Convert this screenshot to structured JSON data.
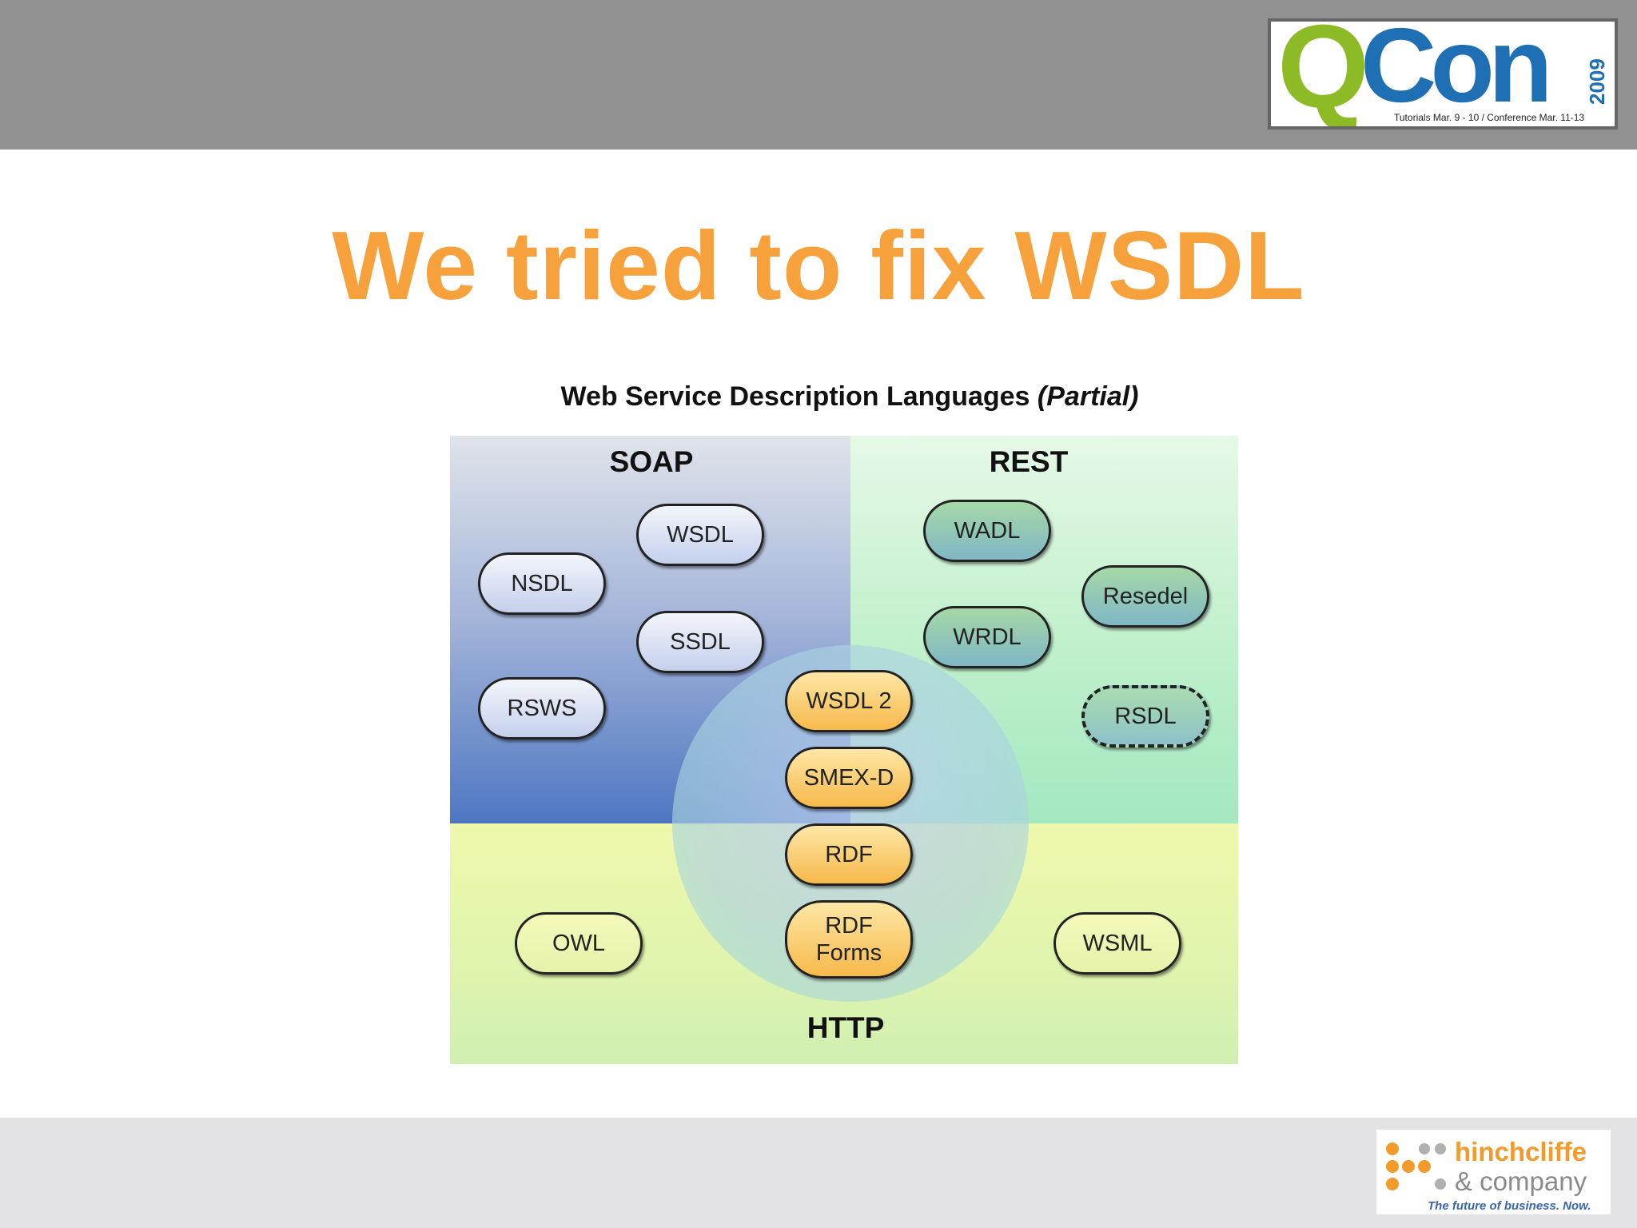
{
  "header": {
    "logo": {
      "q": "Q",
      "con": "Con",
      "year": "2009",
      "tagline": "Tutorials Mar. 9 - 10  /  Conference Mar. 11-13"
    }
  },
  "slide": {
    "title": "We tried to fix WSDL"
  },
  "diagram": {
    "title_main": "Web Service Description Languages",
    "title_note": "(Partial)",
    "regions": {
      "soap": "SOAP",
      "rest": "REST",
      "http": "HTTP"
    },
    "nodes": {
      "wsdl": "WSDL",
      "nsdl": "NSDL",
      "ssdl": "SSDL",
      "rsws": "RSWS",
      "wadl": "WADL",
      "resedel": "Resedel",
      "wrdl": "WRDL",
      "rsdl": "RSDL",
      "wsdl2": "WSDL 2",
      "smexd": "SMEX-D",
      "rdf": "RDF",
      "rdf_forms_line1": "RDF",
      "rdf_forms_line2": "Forms",
      "owl": "OWL",
      "wsml": "WSML"
    }
  },
  "footer": {
    "logo": {
      "name": "hinchcliffe",
      "company": "& company",
      "tagline": "The future of business. Now."
    }
  },
  "colors": {
    "title_orange": "#f6a13c",
    "header_gray": "#919191",
    "footer_gray": "#e3e3e5",
    "qcon_green": "#8dbb25",
    "qcon_blue": "#1e6fb3"
  }
}
